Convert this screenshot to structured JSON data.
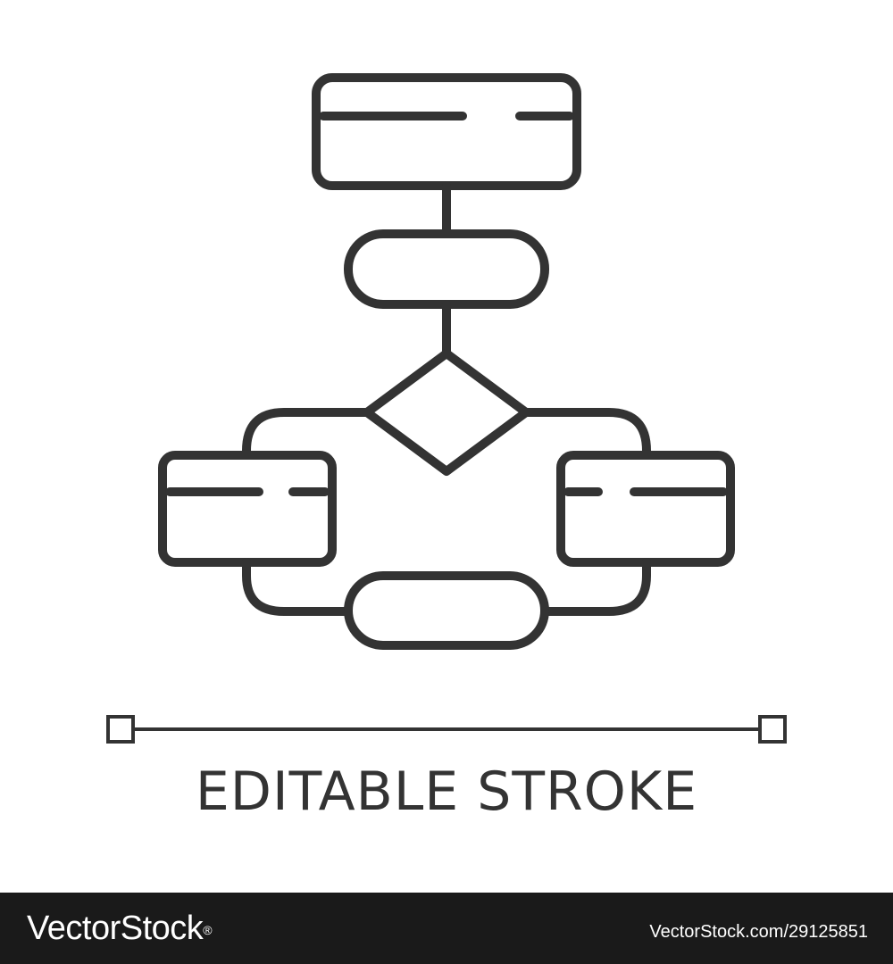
{
  "caption": "EDITABLE STROKE",
  "footer": {
    "brand": "VectorStock",
    "trademark": "®",
    "image_ref": "VectorStock.com/29125851"
  },
  "colors": {
    "stroke": "#333333",
    "background": "#ffffff",
    "footer_bg": "#1a1a1a",
    "footer_text": "#ffffff"
  }
}
